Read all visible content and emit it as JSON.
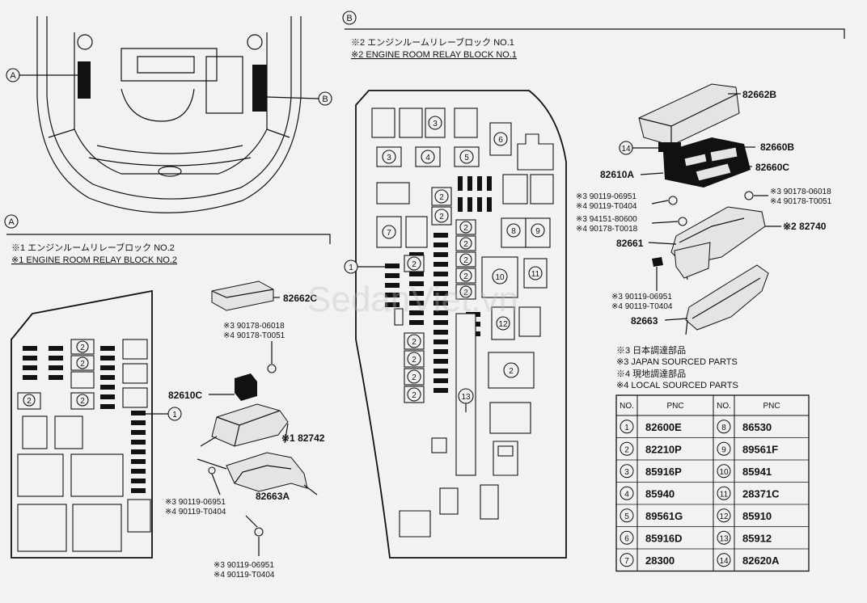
{
  "callouts": {
    "A": "A",
    "B": "B",
    "one": "1",
    "fourteen": "14"
  },
  "blockA": {
    "title_jp": "※1 エンジンルームリレーブロック NO.2",
    "title_en": "※1 ENGINE ROOM RELAY BLOCK NO.2",
    "parts": {
      "p82662c": "82662C",
      "n1a": "※3 90178-06018",
      "n1b": "※4 90178-T0051",
      "p82610c": "82610C",
      "p82742": "※1 82742",
      "p82663a": "82663A",
      "n2a": "※3 90119-06951",
      "n2b": "※4 90119-T0404",
      "n3a": "※3 90119-06951",
      "n3b": "※4 90119-T0404"
    },
    "fuse_labels": [
      "2",
      "2",
      "2",
      "2"
    ]
  },
  "blockB": {
    "title_jp": "※2 エンジンルームリレーブロック NO.1",
    "title_en": "※2 ENGINE ROOM RELAY BLOCK NO.1",
    "parts": {
      "p82662b": "82662B",
      "c14": "14",
      "p82660b": "82660B",
      "p82610a": "82610A",
      "p82660c": "82660C",
      "n1a": "※3 90119-06951",
      "n1b": "※4 90119-T0404",
      "n2a": "※3 90178-06018",
      "n2b": "※4 90178-T0051",
      "n3a": "※3 94151-80600",
      "n3b": "※4 90178-T0018",
      "p82740": "※2 82740",
      "p82661": "82661",
      "n4a": "※3 90119-06951",
      "n4b": "※4 90119-T0404",
      "p82663": "82663"
    },
    "legend": {
      "l1": "※3 日本調達部品",
      "l2": "※3 JAPAN SOURCED PARTS",
      "l3": "※4 現地調達部品",
      "l4": "※4 LOCAL SOURCED PARTS"
    },
    "fuse_labels": [
      "3",
      "3",
      "4",
      "5",
      "6",
      "2",
      "2",
      "7",
      "2",
      "2",
      "2",
      "2",
      "2",
      "2",
      "8",
      "9",
      "10",
      "11",
      "12",
      "2",
      "2",
      "2",
      "2",
      "2",
      "13",
      "14"
    ]
  },
  "table": {
    "header": [
      "NO.",
      "PNC",
      "NO.",
      "PNC"
    ],
    "rows": [
      [
        "1",
        "82600E",
        "8",
        "86530"
      ],
      [
        "2",
        "82210P",
        "9",
        "89561F"
      ],
      [
        "3",
        "85916P",
        "10",
        "85941"
      ],
      [
        "4",
        "85940",
        "11",
        "28371C"
      ],
      [
        "5",
        "89561G",
        "12",
        "85910"
      ],
      [
        "6",
        "85916D",
        "13",
        "85912"
      ],
      [
        "7",
        "28300",
        "14",
        "82620A"
      ]
    ]
  },
  "watermark": "SedanViet.vn"
}
